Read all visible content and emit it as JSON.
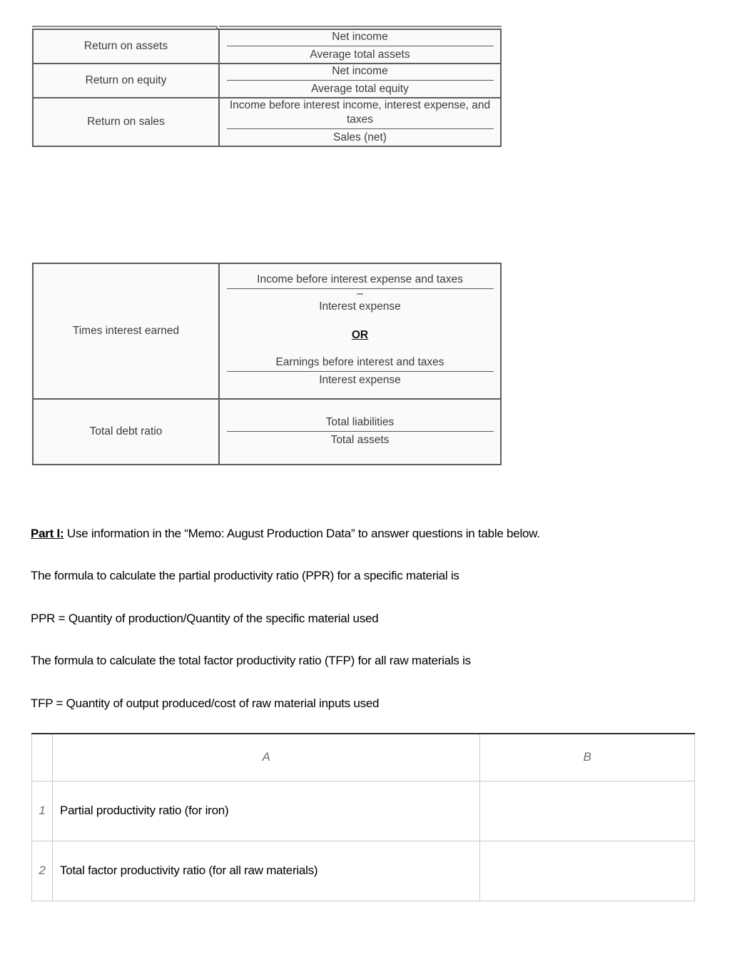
{
  "ratio_tables": [
    {
      "id": "profitability-ratios",
      "rows": [
        {
          "name": "Return on assets",
          "numerator": "Net income",
          "denominator": "Average total assets"
        },
        {
          "name": "Return on equity",
          "numerator": "Net income",
          "denominator": "Average total equity"
        },
        {
          "name": "Return on sales",
          "numerator": "Income before interest income, interest expense, and taxes",
          "denominator": "Sales (net)"
        }
      ]
    },
    {
      "id": "solvency-ratios",
      "rows": [
        {
          "name": "Times interest earned",
          "numerator": "Income before interest expense and taxes",
          "stray_dash": "–",
          "denominator": "Interest expense",
          "separator": "OR",
          "alt_numerator": "Earnings before interest and taxes",
          "alt_denominator": "Interest expense"
        },
        {
          "name": "Total debt ratio",
          "numerator": "Total liabilities",
          "denominator": "Total assets"
        }
      ]
    }
  ],
  "prose": {
    "part_label": "Part I:",
    "part_instruction": " Use information in the “Memo: August Production Data” to answer questions in table below.",
    "line_ppr_intro": "The formula to calculate the partial productivity ratio (PPR) for a specific material is",
    "line_ppr_formula": "PPR = Quantity of production/Quantity of the specific material used",
    "line_tfp_intro": "The formula to calculate the total factor productivity ratio (TFP) for all raw materials is",
    "line_tfp_formula": "TFP = Quantity of output produced/cost of raw material inputs used"
  },
  "answer_table": {
    "gutter_header": "",
    "columns": [
      "A",
      "B"
    ],
    "rows": [
      {
        "number": "1",
        "label": "Partial productivity ratio (for iron)",
        "answer": ""
      },
      {
        "number": "2",
        "label": "Total factor productivity ratio (for all raw materials)",
        "answer": ""
      }
    ]
  }
}
